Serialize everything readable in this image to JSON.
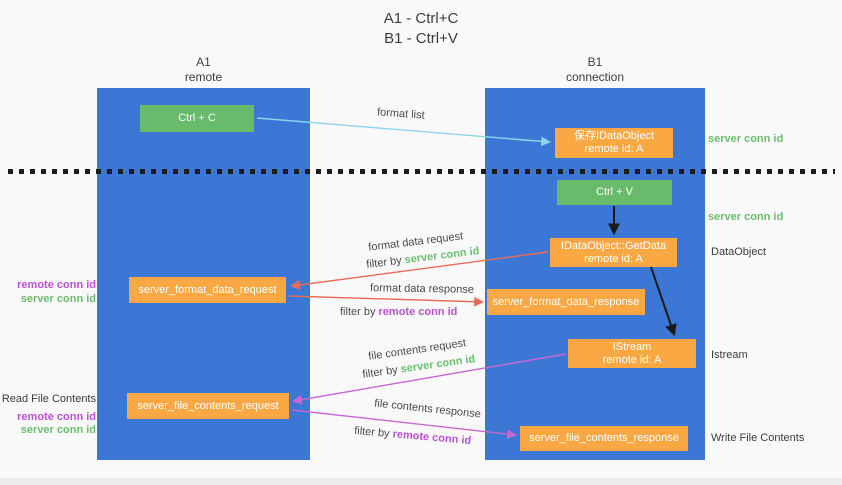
{
  "title": {
    "line1": "A1 - Ctrl+C",
    "line2": "B1 - Ctrl+V"
  },
  "lanes": {
    "left": {
      "name": "A1",
      "sub": "remote"
    },
    "right": {
      "name": "B1",
      "sub": "connection"
    }
  },
  "nodes": {
    "ctrl_c": "Ctrl + C",
    "ctrl_v": "Ctrl + V",
    "save_idataobject": {
      "line1": "保存IDataObject",
      "line2": "remote id: A"
    },
    "getdata": {
      "line1": "IDataObject::GetData",
      "line2": "remote id: A"
    },
    "istream": {
      "line1": "IStream",
      "line2": "remote id: A"
    },
    "format_request": "server_format_data_request",
    "format_response": "server_format_data_response",
    "file_request": "server_file_contents_request",
    "file_response": "server_file_contents_response"
  },
  "arrow_labels": {
    "format_list": "format list",
    "format_data_request": "format data request",
    "format_data_response": "format data response",
    "file_contents_request": "file contents request",
    "file_contents_response": "file contents response",
    "filter_prefix": "filter by ",
    "server_conn_id": "server conn id",
    "remote_conn_id": "remote conn id"
  },
  "side_labels": {
    "right_server_conn_id_top": "server conn id",
    "right_server_conn_id_mid": "server conn id",
    "dataobject": "DataObject",
    "istream": "Istream",
    "write_file_contents": "Write File Contents",
    "read_file_contents": "Read File Contents",
    "left_remote_conn_id_top": "remote conn id",
    "left_server_conn_id_top": "server conn id",
    "left_remote_conn_id_bottom": "remote conn id",
    "left_server_conn_id_bottom": "server conn id"
  },
  "colors": {
    "lane_blue": "#3D77D6",
    "node_green": "#67BB6B",
    "node_orange": "#F9A843",
    "arrow_blue": "#8FD3EE",
    "arrow_red": "#E96B57",
    "arrow_purple": "#C867D2",
    "text_green": "#6ABE6E",
    "text_purple": "#BC50D4"
  }
}
